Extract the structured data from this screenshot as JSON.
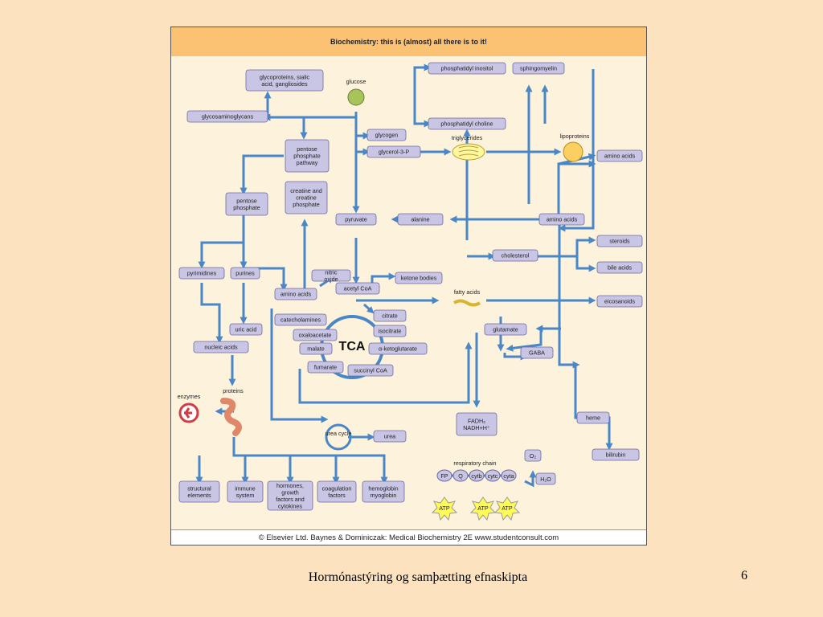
{
  "figure": {
    "header": "Biochemistry: this is (almost) all there is to it!",
    "footer": "© Elsevier Ltd. Baynes & Dominiczak: Medical Biochemistry 2E www.studentconsult.com",
    "center_label": "TCA",
    "labels": {
      "glucose": "glucose",
      "triglycerides": "triglycerides",
      "lipoproteins": "lipoproteins",
      "fatty_acids": "fatty acids",
      "enzymes": "enzymes",
      "proteins": "proteins",
      "urea_cycle": "urea cycle",
      "respiratory_chain": "respiratory chain",
      "atp": "ATP",
      "o2": "O₂",
      "h2o": "H₂O"
    },
    "nodes": {
      "glycoproteins": "glycoproteins, sialic acid, gangliosides",
      "glycosaminoglycans": "glycosaminoglycans",
      "pentose_phosphate_pathway": "pentose phosphate pathway",
      "pentose_phosphate": "pentose phosphate",
      "creatine": "creatine and creatine phosphate",
      "pyrimidines": "pyrimidines",
      "purines": "purines",
      "uric_acid": "uric acid",
      "nucleic_acids": "nucleic acids",
      "glycogen": "glycogen",
      "glycerol3p": "glycerol-3-P",
      "phosphatidyl_inositol": "phosphatidyl inositol",
      "sphingomyelin": "sphingomyelin",
      "phosphatidyl_choline": "phosphatidyl choline",
      "amino_acids_right": "amino acids",
      "pyruvate": "pyruvate",
      "alanine": "alanine",
      "amino_acids_mid": "amino acids",
      "steroids": "steroids",
      "cholesterol": "cholesterol",
      "bile_acids": "bile acids",
      "nitric_oxide": "nitric oxide",
      "ketone_bodies": "ketone bodies",
      "acetyl_coa": "acetyl CoA",
      "amino_acids_left": "amino acids",
      "eicosanoids": "eicosanoids",
      "catecholamines": "catecholamines",
      "citrate": "citrate",
      "oxaloacetate": "oxaloacetate",
      "isocitrate": "isocitrate",
      "glutamate": "glutamate",
      "malate": "malate",
      "ketoglutarate": "α-ketoglutarate",
      "gaba": "GABA",
      "fumarate": "fumarate",
      "succinyl_coa": "succinyl CoA",
      "fadh2": "FADH₂ NADH+H⁺",
      "heme": "heme",
      "urea": "urea",
      "bilirubin": "bilirubin",
      "structural_elements": "structural elements",
      "immune_system": "immune system",
      "hormones": "hormones, growth factors and cytokines",
      "coagulation": "coagulation factors",
      "hemoglobin": "hemoglobin myoglobin",
      "fp": "FP",
      "q": "Q",
      "cytb": "cytb",
      "cytc": "cytc",
      "cyta": "cyta"
    }
  },
  "caption": "Hormónastýring og samþætting efnaskipta",
  "page_number": "6",
  "colors": {
    "background": "#fde2c0",
    "arrow": "#4a87c7",
    "node_fill": "#c9c5e4",
    "header": "#fbc273",
    "glucose": "#a6c45a",
    "atp": "#fffb55",
    "enzyme": "#d23c45"
  }
}
